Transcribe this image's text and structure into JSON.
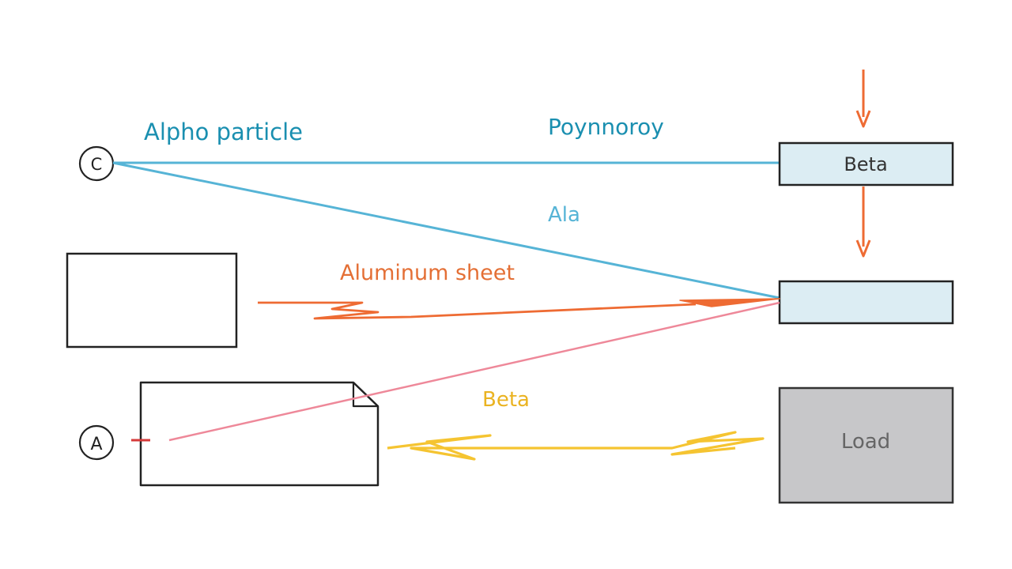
{
  "labels": {
    "alpha_particle": "Alpho particle",
    "top_right": "Poynnoroy",
    "mid_beam": "Ala",
    "aluminum_sheet": "Aluminum sheet",
    "beta_mid": "Beta",
    "source_top": "C",
    "source_bottom": "A"
  },
  "boxes": {
    "beta_box": "Beta",
    "lead_box": "Load"
  },
  "colors": {
    "alpha_blue": "#56b4d6",
    "label_blue": "#1a8fb0",
    "orange": "#ee6b33",
    "orange_label": "#e46f35",
    "pink": "#ee8899",
    "yellow": "#f5c431",
    "yellow_label": "#eab321",
    "box_fill_light": "#dcedf3",
    "lead_fill": "#c7c7c9",
    "stroke_dark": "#222222"
  }
}
